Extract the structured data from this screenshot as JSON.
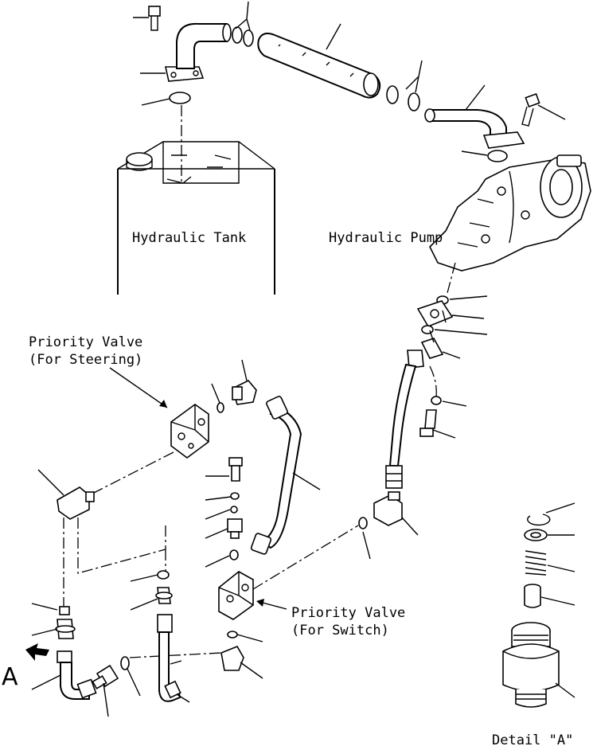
{
  "labels": {
    "hydraulic_tank": "Hydraulic Tank",
    "hydraulic_pump": "Hydraulic Pump",
    "priority_valve_steering_line1": "Priority Valve",
    "priority_valve_steering_line2": "(For Steering)",
    "priority_valve_switch_line1": "Priority Valve",
    "priority_valve_switch_line2": "(For Switch)",
    "view_marker": "A",
    "detail_caption": "Detail \"A\""
  }
}
